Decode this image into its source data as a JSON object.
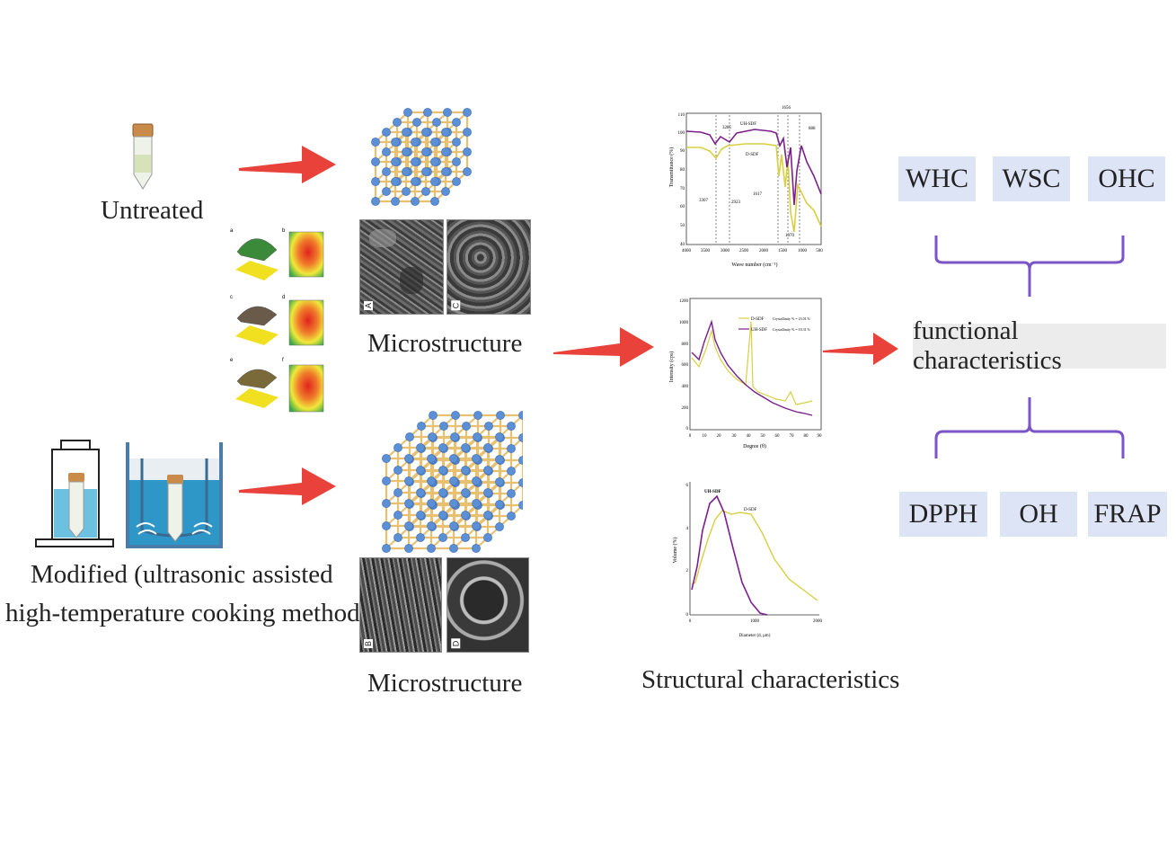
{
  "left": {
    "untreated_label": "Untreated",
    "modified_line1": "Modified (ultrasonic assisted",
    "modified_line2": "high-temperature cooking method)",
    "rsm_panel_letters": [
      "a",
      "b",
      "c",
      "d",
      "e",
      "f"
    ]
  },
  "microstructure": {
    "top_label": "Microstructure",
    "bottom_label": "Microstructure",
    "sem_letters": [
      "A",
      "C",
      "B",
      "D"
    ]
  },
  "structural": {
    "label": "Structural characteristics",
    "ftir": {
      "ylabel": "Transmittance (%)",
      "xlabel": "Wave number (cm⁻¹)",
      "yticks": [
        "110",
        "100",
        "90",
        "80",
        "70",
        "60",
        "50",
        "40"
      ],
      "xticks": [
        "4000",
        "3500",
        "3000",
        "2500",
        "2000",
        "1500",
        "1000",
        "500"
      ],
      "annotations": [
        "3285",
        "3307",
        "2923",
        "1656",
        "1617",
        "1070",
        "888"
      ],
      "series": [
        "UH-SDF",
        "D-SDF"
      ]
    },
    "xrd": {
      "ylabel": "Intensity (cps)",
      "xlabel": "Degree (θ)",
      "yticks": [
        "1200",
        "1000",
        "800",
        "600",
        "400",
        "200",
        "0"
      ],
      "xticks": [
        "0",
        "10",
        "20",
        "30",
        "40",
        "50",
        "60",
        "70",
        "80",
        "90"
      ],
      "legend": [
        {
          "name": "D-SDF",
          "note": "Crystallinity % = 23.01 %"
        },
        {
          "name": "UH-SDF",
          "note": "Crystallinity % = 18.31 %"
        }
      ]
    },
    "psd": {
      "ylabel": "Volume (%)",
      "xlabel": "Diameter (d, μm)",
      "yticks": [
        "6",
        "4",
        "2",
        "0"
      ],
      "xticks": [
        "0",
        "1000",
        "2000"
      ],
      "series": [
        "UH-SDF",
        "D-SDF"
      ]
    }
  },
  "functional": {
    "title": "functional characteristics",
    "top_boxes": [
      "WHC",
      "WSC",
      "OHC"
    ],
    "bottom_boxes": [
      "DPPH",
      "OH",
      "FRAP"
    ]
  },
  "colors": {
    "arrow": "#e8423a",
    "box_fill": "#dde4f6",
    "brace": "#7b55c8",
    "uh_sdf": "#7a1f8c",
    "d_sdf": "#d8cf42",
    "lattice_rod": "#e8c070",
    "lattice_atom": "#5b8fd6"
  }
}
